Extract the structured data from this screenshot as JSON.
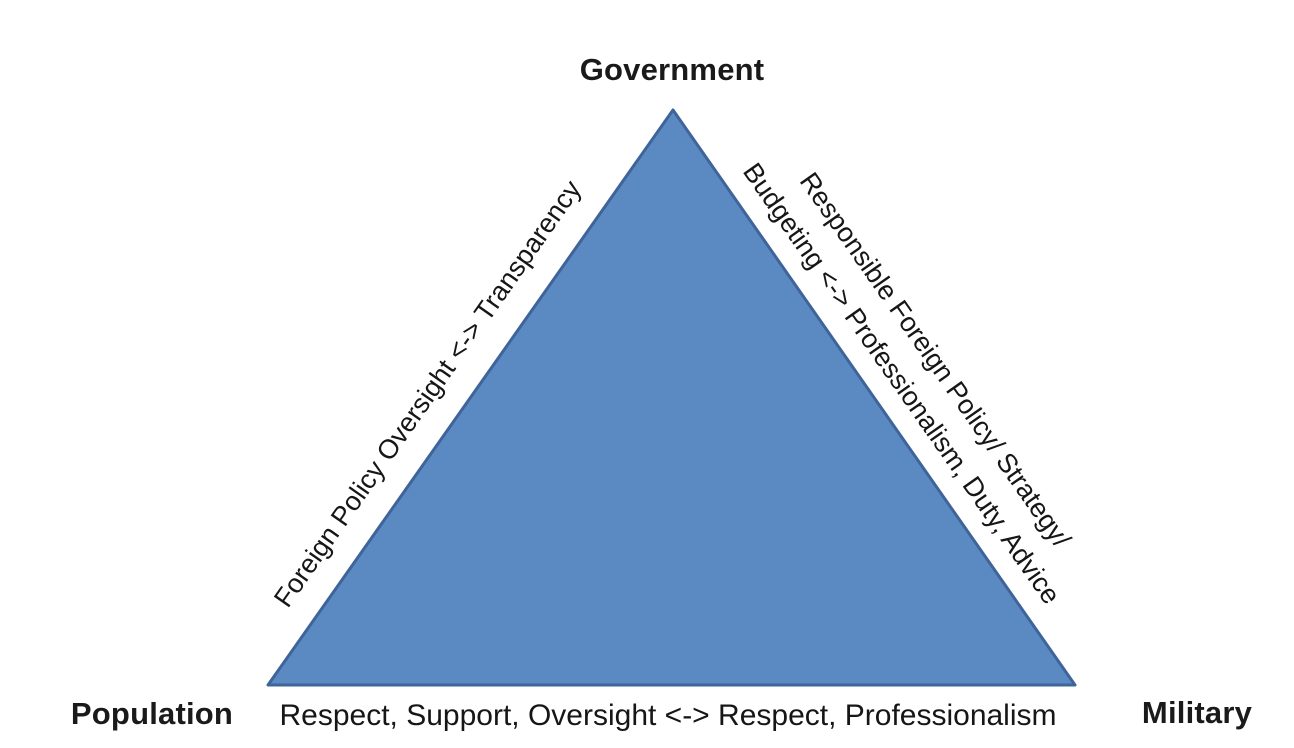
{
  "diagram": {
    "type": "triangle-relationship",
    "vertices": {
      "top_label": "Government",
      "bottom_left_label": "Population",
      "bottom_right_label": "Military"
    },
    "edge_labels": {
      "left": "Foreign Policy Oversight <-> Transparency",
      "right_line1": "Responsible Foreign Policy/ Strategy/",
      "right_line2": "Budgeting <-> Professionalism, Duty, Advice",
      "bottom": "Respect, Support, Oversight <-> Respect, Professionalism"
    },
    "colors": {
      "triangle_fill": "#5b8ac3",
      "triangle_stroke": "#3f6499",
      "text": "#1a1a1a",
      "background": "#ffffff"
    }
  }
}
